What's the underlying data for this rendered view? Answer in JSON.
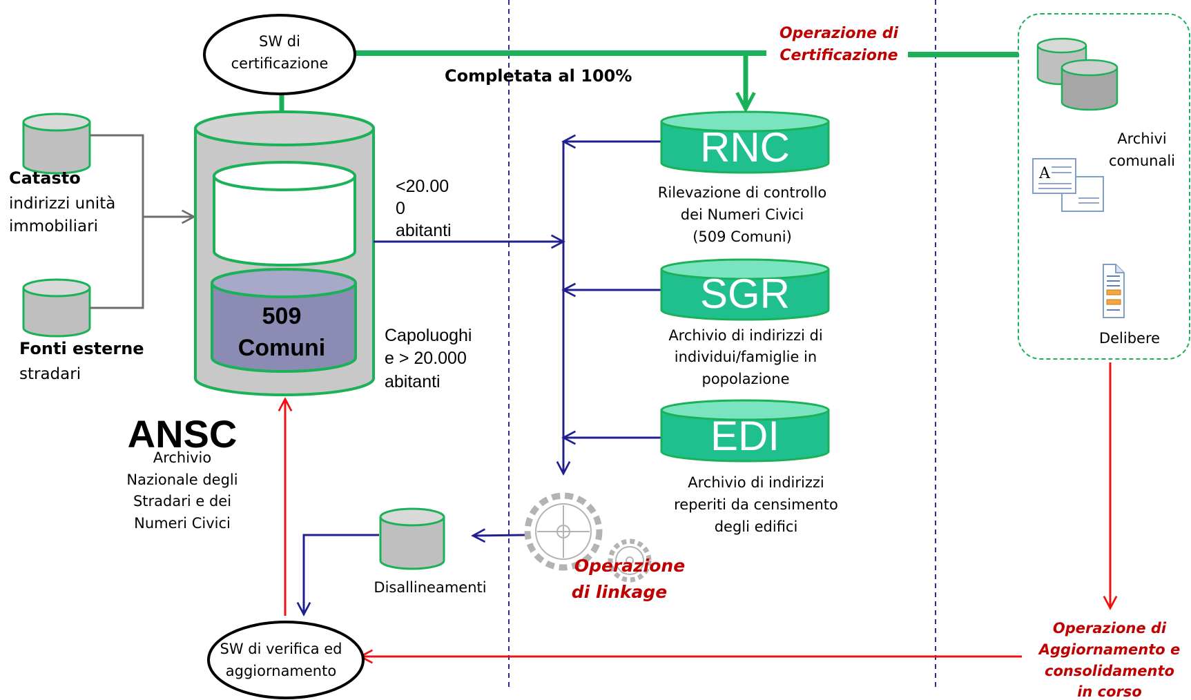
{
  "colors": {
    "green_line": "#1bb158",
    "teal_cylinder": "#1fc08e",
    "navy_arrow": "#1f1f8f",
    "red_arrow": "#ee1111",
    "red_text": "#c00000",
    "gray_cylinder": "#bfbfbf",
    "purple_cylinder": "#8b8bb3"
  },
  "sw_certificazione": {
    "line1": "SW di",
    "line2": "certificazione"
  },
  "certification": {
    "line1": "Operazione di",
    "line2": "Certificazione",
    "completed": "Completata al 100%"
  },
  "sources": {
    "catasto_title": "Catasto",
    "catasto_line1": "indirizzi unità",
    "catasto_line2": "immobiliari",
    "fonti_title": "Fonti esterne",
    "fonti_line1": "stradari"
  },
  "ansc": {
    "label_509_line1": "509",
    "label_509_line2": "Comuni",
    "title": "ANSC",
    "desc_line1": "Archivio",
    "desc_line2": "Nazionale degli",
    "desc_line3": "Stradari e dei",
    "desc_line4": "Numeri Civici"
  },
  "population": {
    "small_line1": "<20.00",
    "small_line2": "0",
    "small_line3": "abitanti",
    "large_line1": "Capoluoghi",
    "large_line2": "e > 20.000",
    "large_line3": "abitanti"
  },
  "rnc": {
    "label": "RNC",
    "desc_line1": "Rilevazione di controllo",
    "desc_line2": "dei Numeri Civici",
    "desc_line3": "(509 Comuni)"
  },
  "sgr": {
    "label": "SGR",
    "desc_line1": "Archivio di indirizzi di",
    "desc_line2": "individui/famiglie in",
    "desc_line3": "popolazione"
  },
  "edi": {
    "label": "EDI",
    "desc_line1": "Archivio di indirizzi",
    "desc_line2": "reperiti da censimento",
    "desc_line3": "degli edifici"
  },
  "linkage": {
    "line1": "Operazione",
    "line2": "di linkage"
  },
  "disallineamenti": "Disallineamenti",
  "sw_verifica": {
    "line1": "SW di verifica ed",
    "line2": "aggiornamento"
  },
  "archivi_comunali": {
    "line1": "Archivi",
    "line2": "comunali",
    "delibere": "Delibere"
  },
  "aggiornamento": {
    "line1": "Operazione di",
    "line2": "Aggiornamento e",
    "line3": "consolidamento",
    "line4": "in corso"
  }
}
